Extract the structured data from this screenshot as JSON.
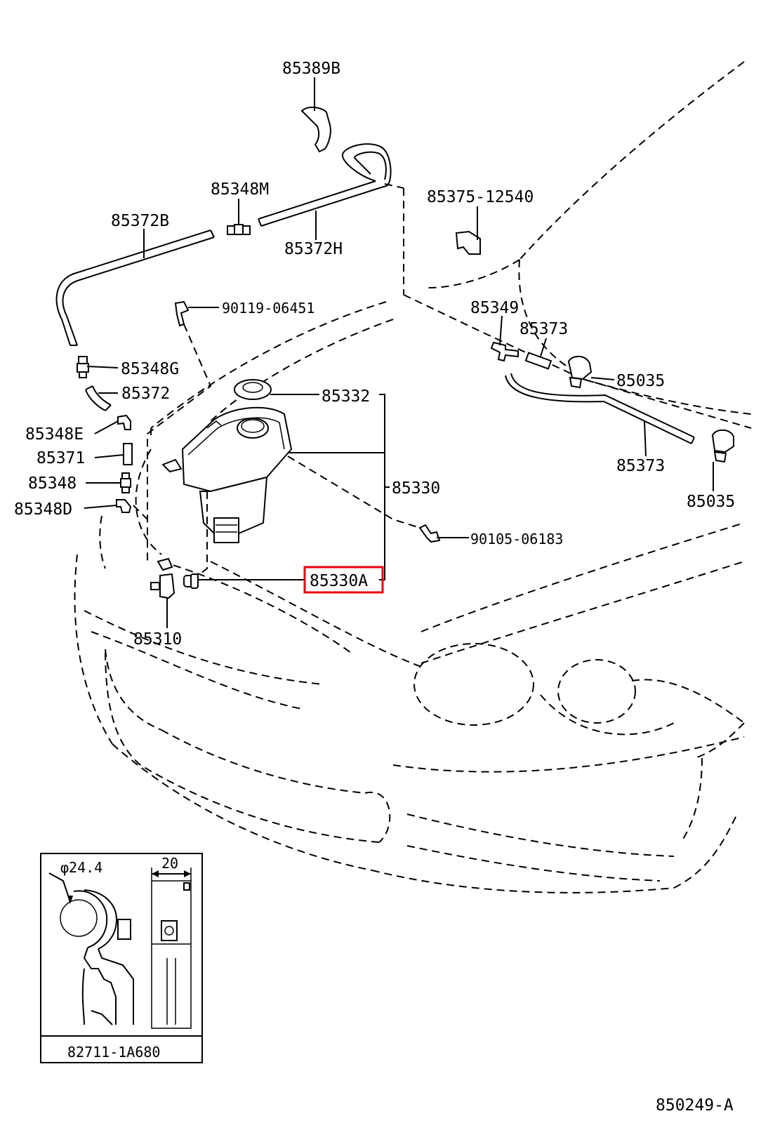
{
  "diagram_id": "850249-A",
  "highlight_color": "#e8000b",
  "labels": {
    "p85389B": "85389B",
    "p85348M": "85348M",
    "p85372B": "85372B",
    "p85372H": "85372H",
    "p85375": "85375-12540",
    "p90119": "90119-06451",
    "p85349": "85349",
    "p85373a": "85373",
    "p85348G": "85348G",
    "p85372": "85372",
    "p85332": "85332",
    "p85035a": "85035",
    "p85348E": "85348E",
    "p85371": "85371",
    "p85373b": "85373",
    "p85348": "85348",
    "p85330": "85330",
    "p85348D": "85348D",
    "p85035b": "85035",
    "p90105": "90105-06183",
    "p85330A": "85330A",
    "p85310": "85310"
  },
  "inset": {
    "diameter_label": "φ24.4",
    "width_label": "20",
    "part_number": "82711-1A680"
  }
}
